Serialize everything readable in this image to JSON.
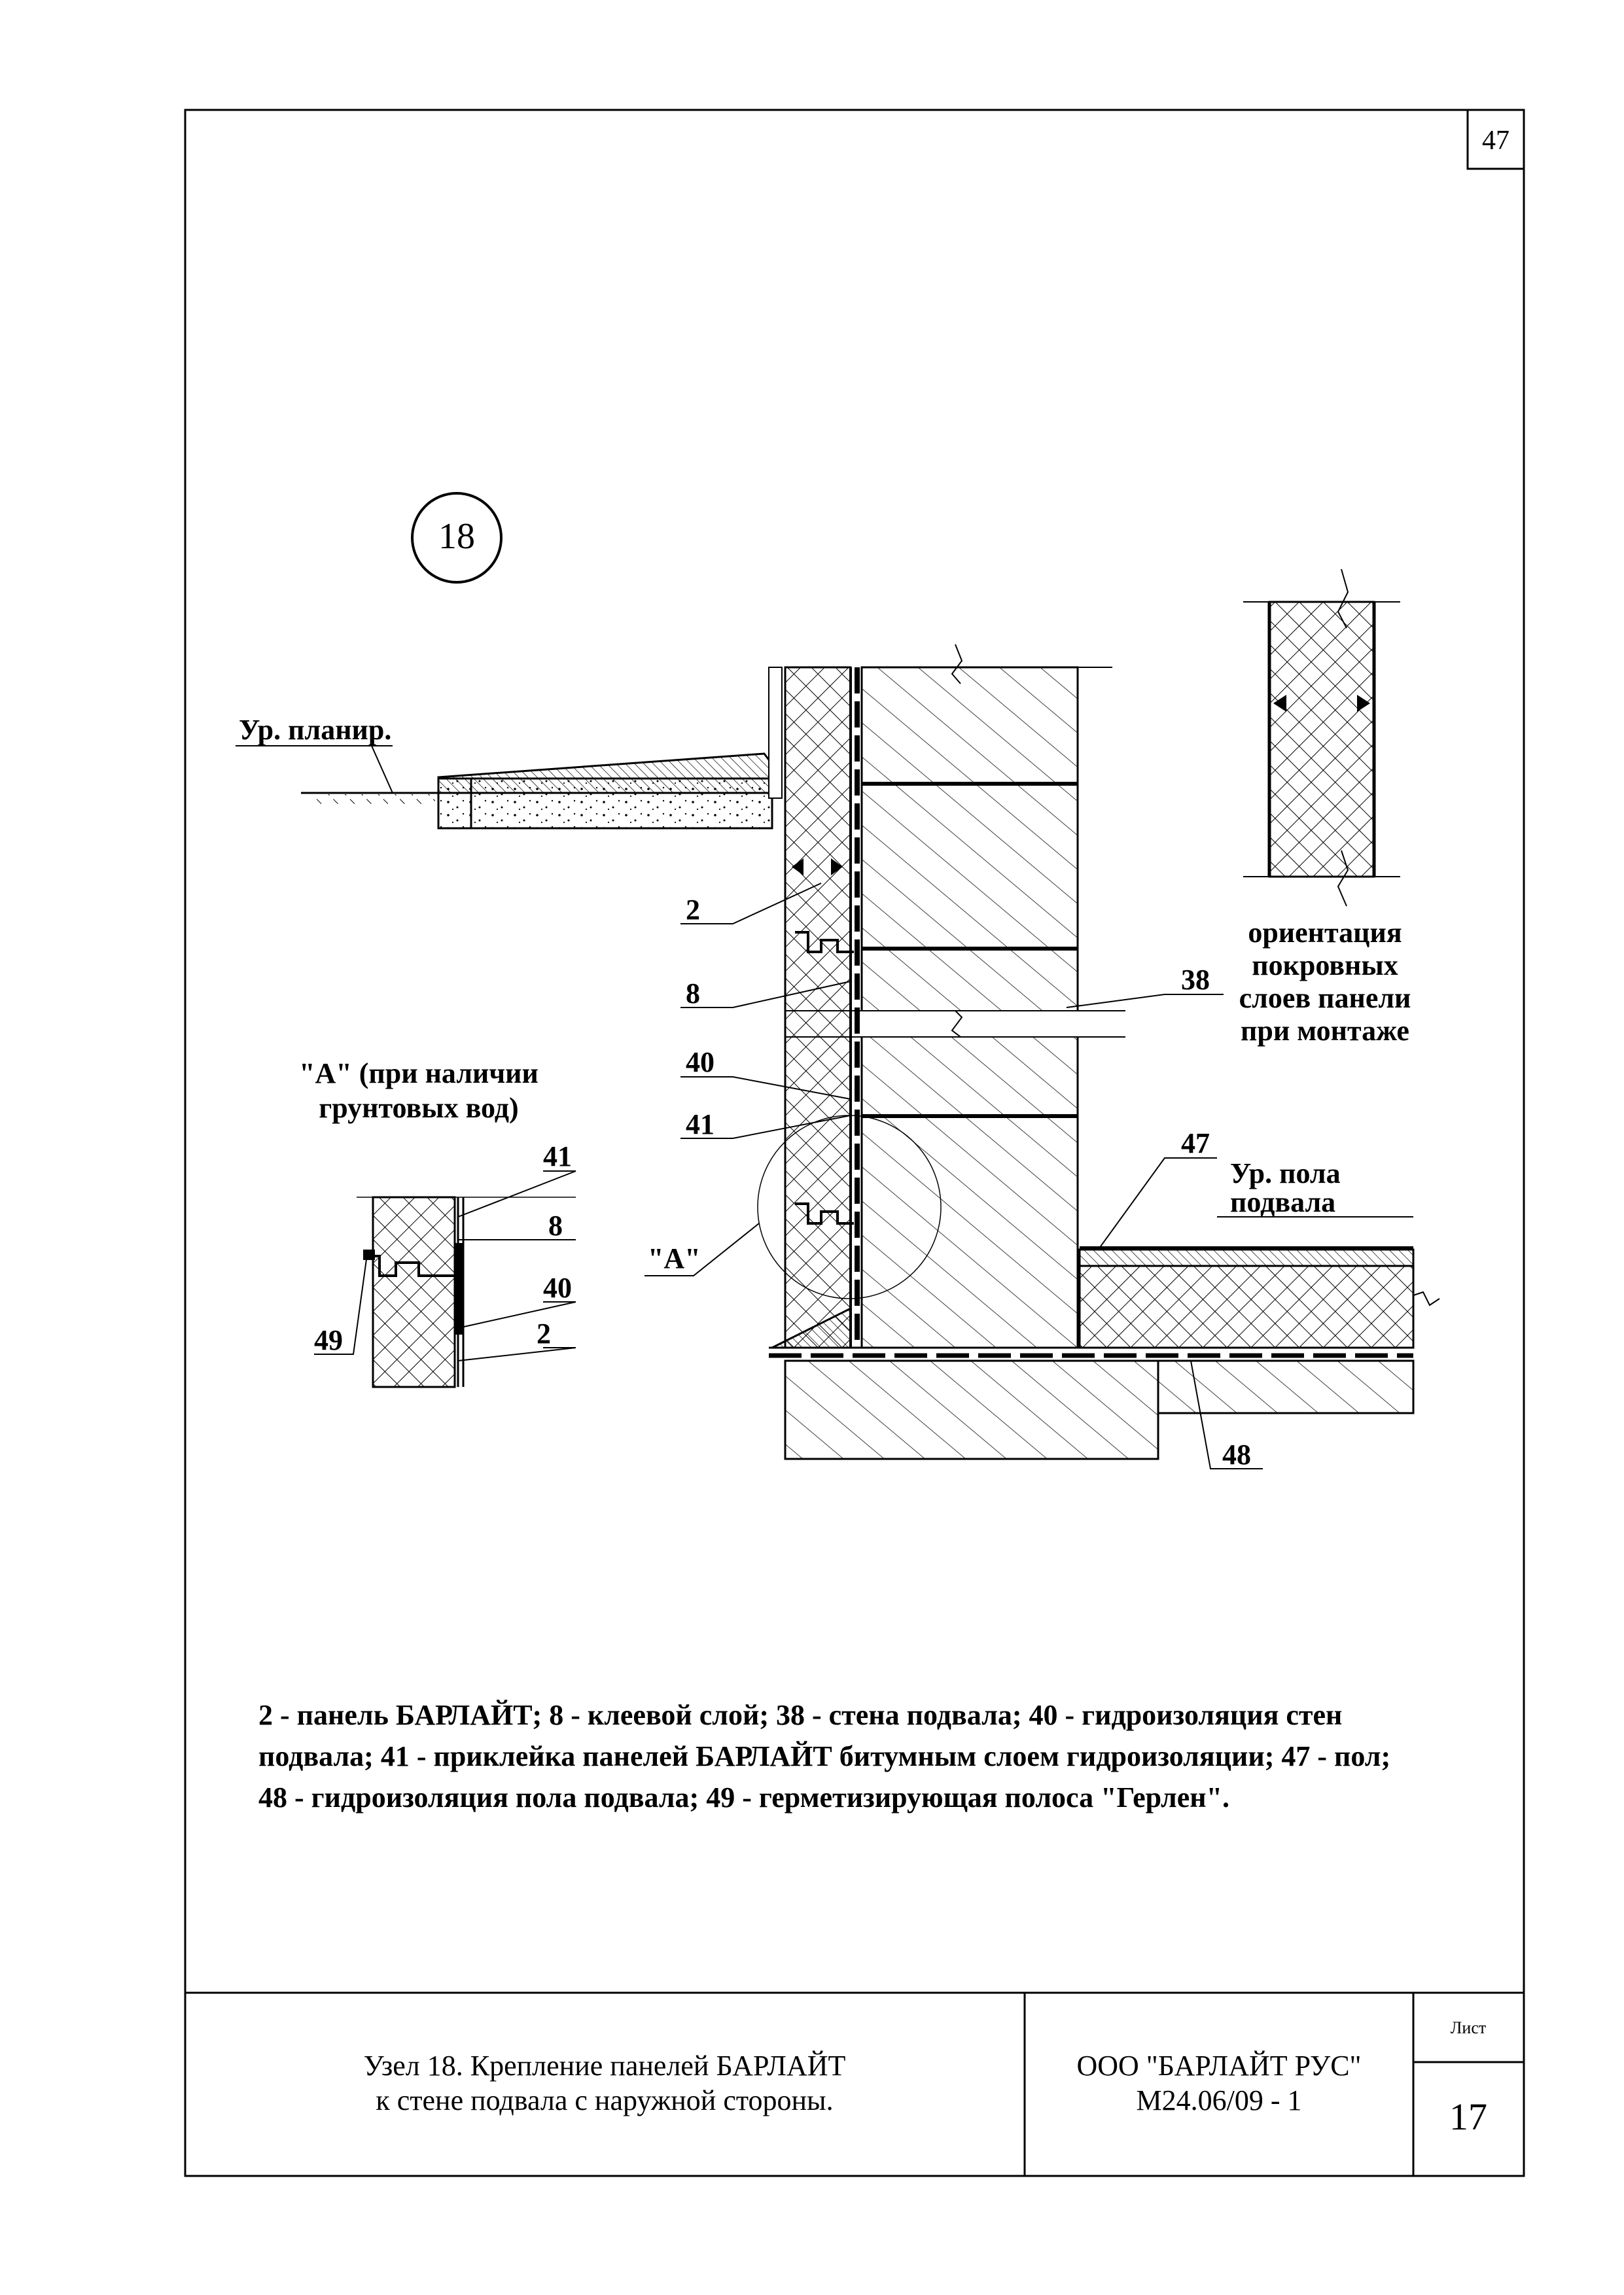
{
  "sheet": {
    "corner_number": "47",
    "node_number": "18",
    "title_line1": "Узел 18. Крепление панелей БАРЛАЙТ",
    "title_line2": "к стене подвала с наружной стороны.",
    "company": "ООО \"БАРЛАЙТ РУС\"",
    "doc_code": "М24.06/09 - 1",
    "sheet_label": "Лист",
    "sheet_number": "17"
  },
  "labels": {
    "grade_level": "Ур. планир.",
    "floor_level_1": "Ур. пола",
    "floor_level_2": "подвала",
    "orientation_1": "ориентация",
    "orientation_2": "покровных",
    "orientation_3": "слоев панели",
    "orientation_4": "при монтаже",
    "detail_a_1": "\"А\" (при наличии",
    "detail_a_2": "грунтовых вод)",
    "callout_a": "\"А\"",
    "n2": "2",
    "n8": "8",
    "n38": "38",
    "n40": "40",
    "n41": "41",
    "n47": "47",
    "n48": "48",
    "d41": "41",
    "d8": "8",
    "d40": "40",
    "d2": "2",
    "d49": "49"
  },
  "legend": {
    "line1": "2 - панель БАРЛАЙТ; 8 - клеевой слой; 38 - стена подвала; 40 - гидроизоляция стен",
    "line2": "подвала; 41 - приклейка панелей БАРЛАЙТ битумным слоем гидроизоляции; 47 - пол;",
    "line3": "48 - гидроизоляция пола подвала; 49 - герметизирующая полоса \"Герлен\"."
  }
}
